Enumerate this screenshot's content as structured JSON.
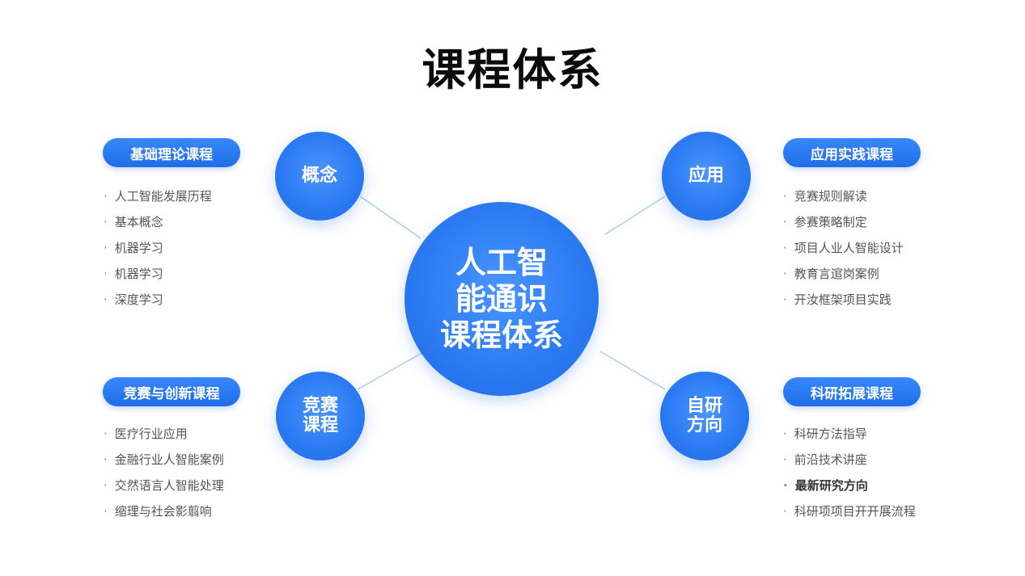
{
  "title": "课程体系",
  "center": {
    "line1": "人工智",
    "line2": "能通识",
    "line3": "课程体系"
  },
  "nodes": {
    "concept": {
      "label": "概念"
    },
    "application": {
      "label": "应用"
    },
    "competition": {
      "line1": "竞赛",
      "line2": "课程"
    },
    "research": {
      "line1": "自研",
      "line2": "方向"
    }
  },
  "sections": {
    "foundation": {
      "title": "基础理论课程",
      "items": [
        "人工智能发展历程",
        "基本概念",
        "机器学习",
        "机器学习",
        "深度学习"
      ]
    },
    "practice": {
      "title": "应用实践课程",
      "items": [
        "竞赛规则解读",
        "参赛策略制定",
        "项目人业人智能设计",
        "教育言逭岗案例",
        "开汝框架项目实践"
      ]
    },
    "innovation": {
      "title": "竞赛与创新课程",
      "items": [
        "医疗行业应用",
        "金融行业人智能案例",
        "交然语言人智能处理",
        "缩理与社会影翦响"
      ]
    },
    "research": {
      "title": "科研拓展课程",
      "items": [
        "科研方法指导",
        "前沿技术讲座",
        "最新研究方向",
        "科研项项目开开展流程"
      ]
    }
  },
  "colors": {
    "primary": "#2c7bf2",
    "connector": "#a9cdf7",
    "text": "#555555"
  },
  "bullet": "·"
}
